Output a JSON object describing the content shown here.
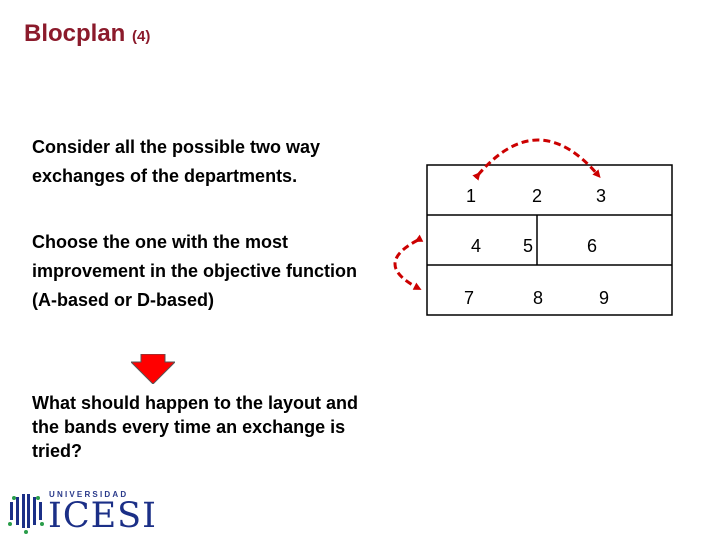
{
  "title": {
    "main": "Blocplan",
    "suffix": "(4)"
  },
  "paragraphs": {
    "p1": "Consider all the possible two way exchanges of the departments.",
    "p2": "Choose the one with the most improvement in the objective function (A-based or D-based)",
    "p3": "What should happen to the layout and the bands every time an exchange is tried?"
  },
  "layout_grid": {
    "rows": [
      [
        "1",
        "2",
        "3"
      ],
      [
        "4",
        "5",
        "6"
      ],
      [
        "7",
        "8",
        "9"
      ]
    ],
    "exchanges": [
      [
        "1",
        "3"
      ],
      [
        "4",
        "7"
      ]
    ]
  },
  "colors": {
    "title": "#8b1a2b",
    "exchange_arrow": "#cc0000",
    "down_arrow": "#ff0000",
    "logo": "#1b2f87"
  },
  "logo": {
    "top_text": "UNIVERSIDAD",
    "main_text": "ICESI",
    "icon": "icesi-emblem-icon"
  }
}
